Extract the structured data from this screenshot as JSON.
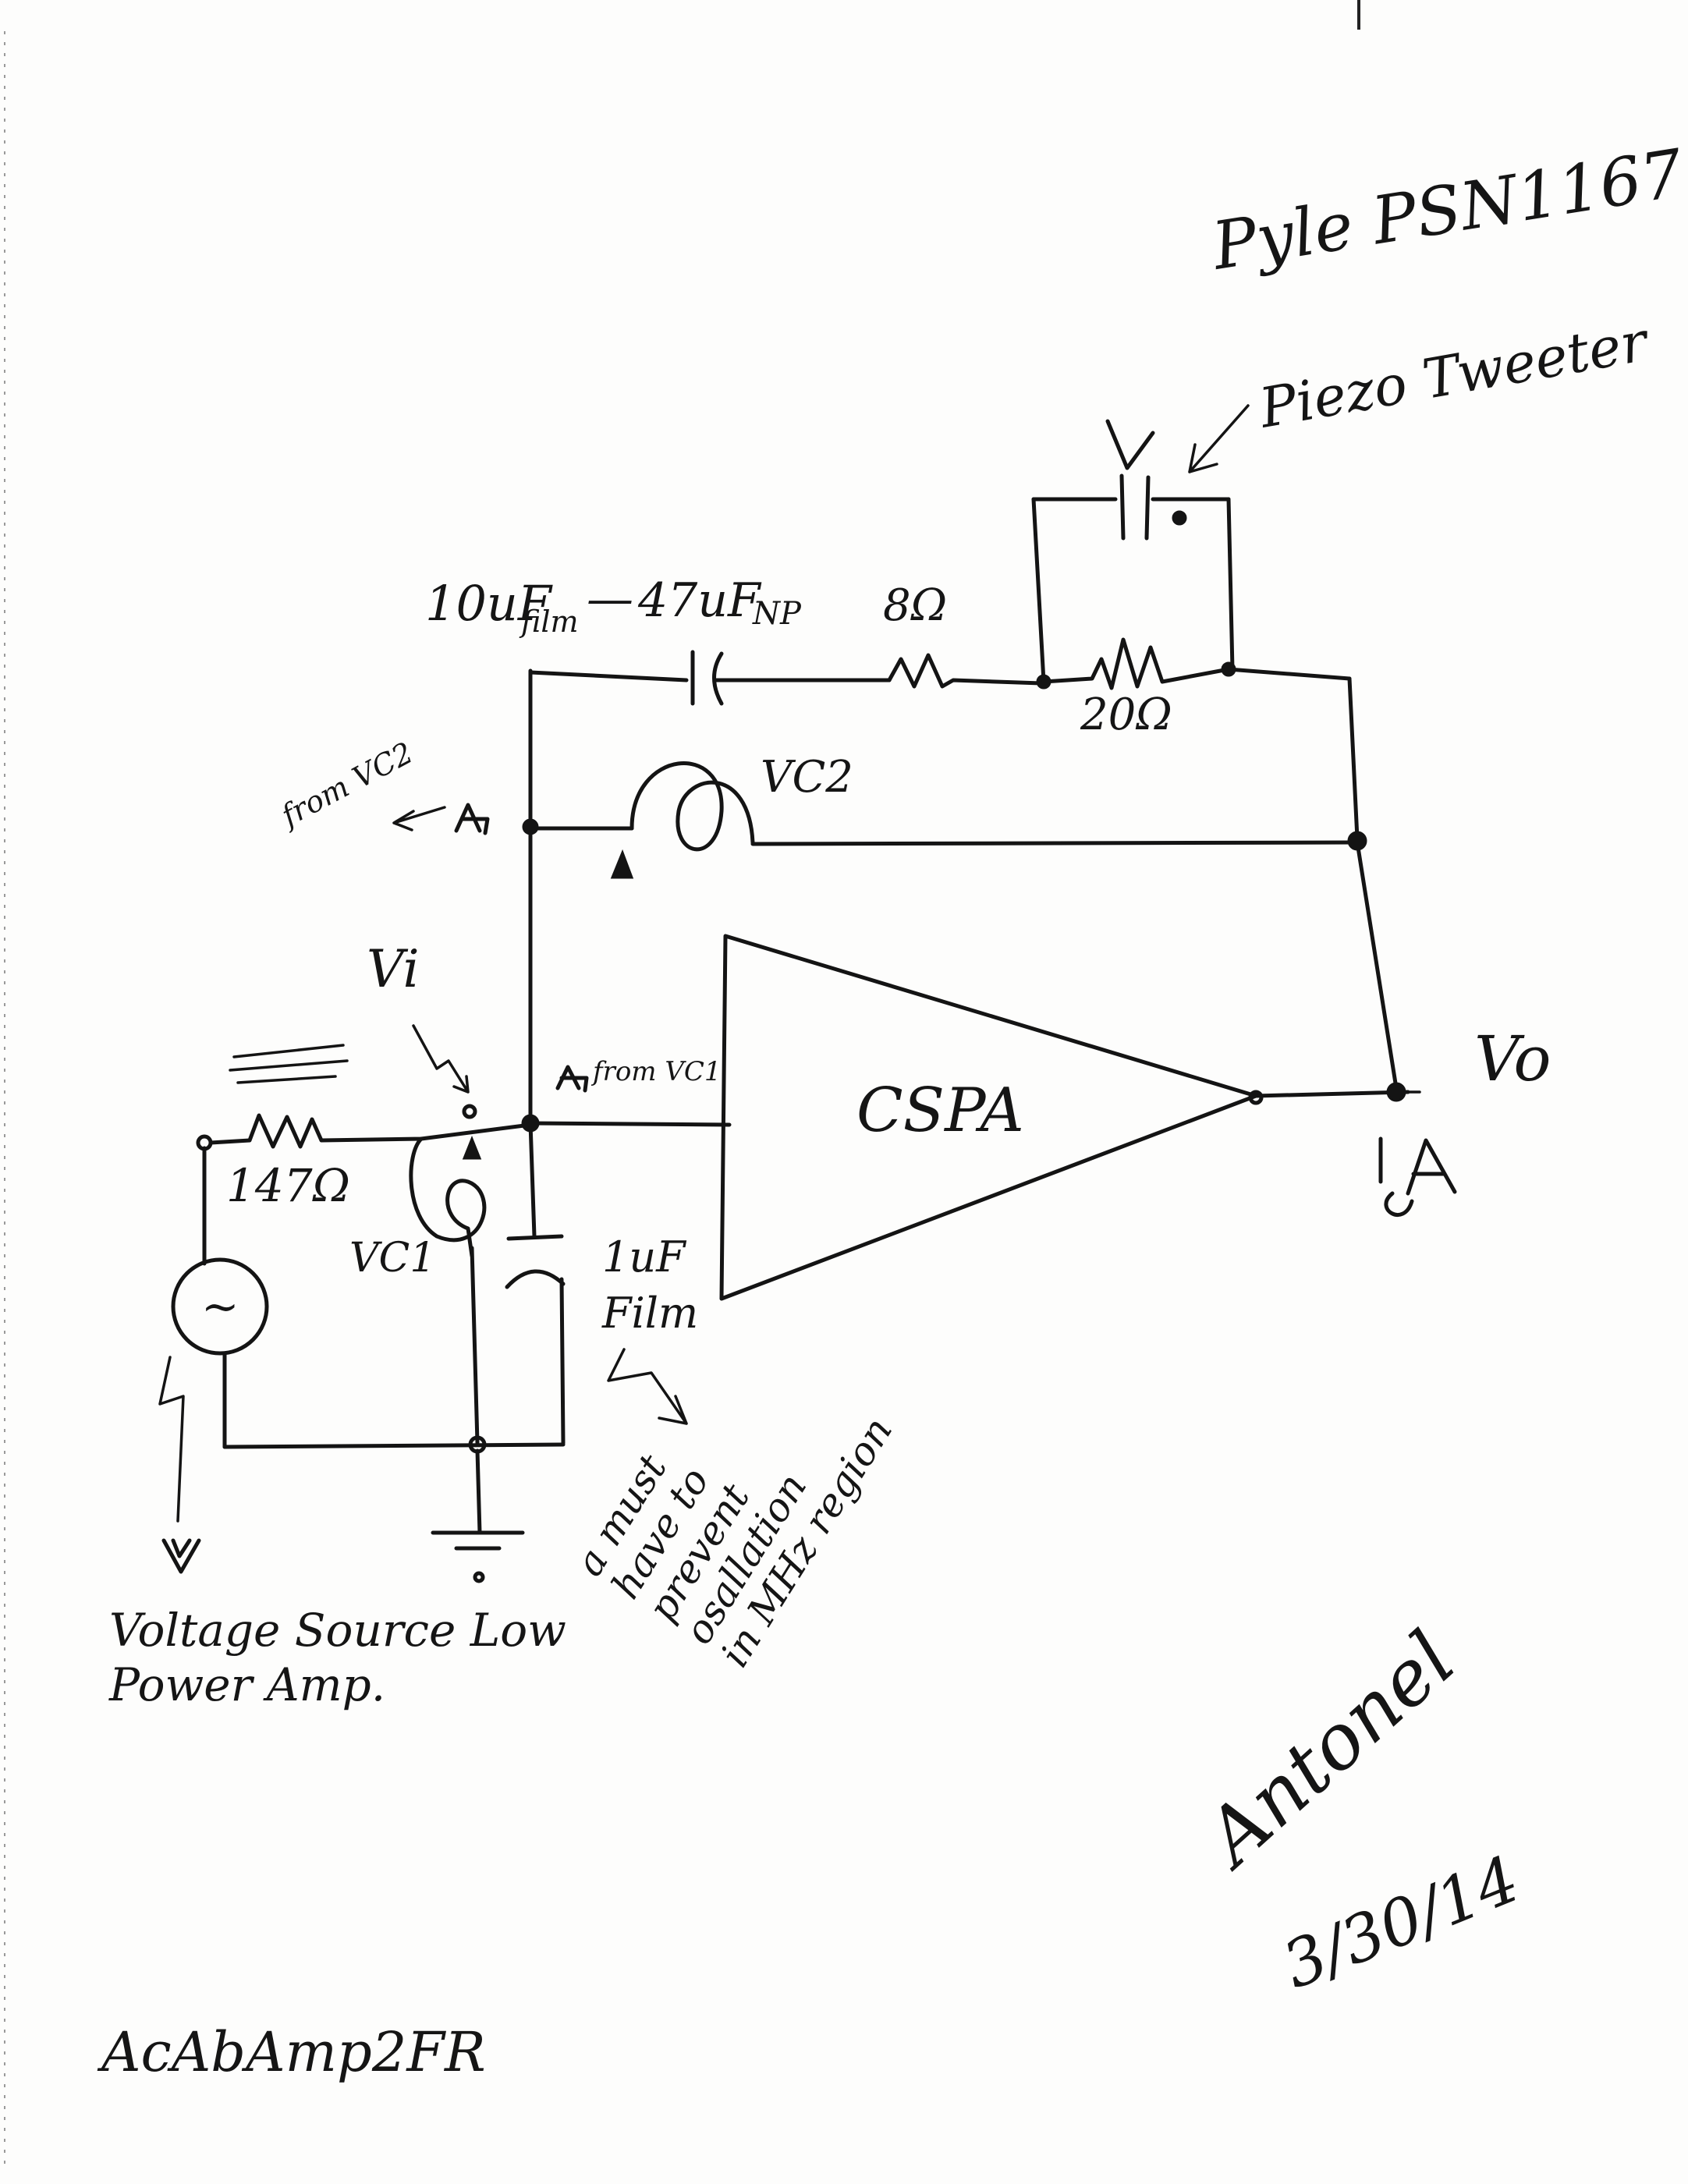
{
  "title": "Pyle PSN1167",
  "tweeter_label": "Piezo Tweeter",
  "components": {
    "c1": {
      "value": "10uF",
      "sub": "film"
    },
    "c1_dash": "—",
    "c2": {
      "value": "47uF",
      "sub": "NP"
    },
    "r_series": "8Ω",
    "r_parallel": "20Ω",
    "vc2": "VC2",
    "from_vc2": "from VC2",
    "from_vc1": "from VC1",
    "vi": "Vi",
    "vo": "Vo",
    "amp": "CSPA",
    "r_in": "147Ω",
    "vc1": "VC1",
    "c_bypass": {
      "value": "1uF",
      "sub": "Film"
    },
    "source_symbol": "~"
  },
  "notes": {
    "bypass_note": [
      "a must",
      "have to",
      "prevent",
      "osallation",
      "in MHz region"
    ],
    "source_note": [
      "Voltage Source Low",
      "Power Amp."
    ]
  },
  "signature": {
    "name": "Antonel",
    "date": "3/30/14"
  },
  "file_label": "AcAbAmp2FR"
}
